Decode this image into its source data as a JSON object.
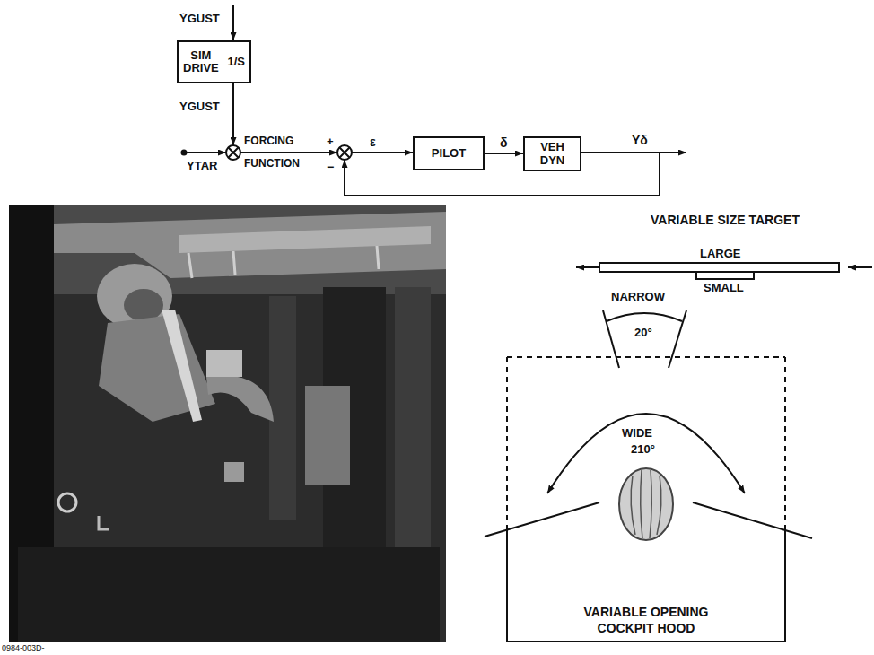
{
  "diagram": {
    "nodes": [
      {
        "text": [
          "SIM DRIVE",
          "1/S"
        ]
      },
      {
        "text": [
          "PILOT"
        ]
      },
      {
        "text": [
          "VEH DYN"
        ]
      },
      {
        "text": [
          "VARIABLE OPENING COCKPIT HOOD"
        ]
      }
    ],
    "edges": [
      {
        "from": 1,
        "to": 2,
        "arrow": "to",
        "label": "δ"
      }
    ],
    "labels": [
      "ẎGUST",
      "YGUST",
      "YTAR",
      "FORCING",
      "FUNCTION",
      "+",
      "−",
      "ε",
      "Yδ",
      "0984-003D-",
      "VARIABLE SIZE TARGET",
      "LARGE",
      "SMALL",
      "NARROW",
      "20°",
      "WIDE",
      "210°"
    ]
  }
}
